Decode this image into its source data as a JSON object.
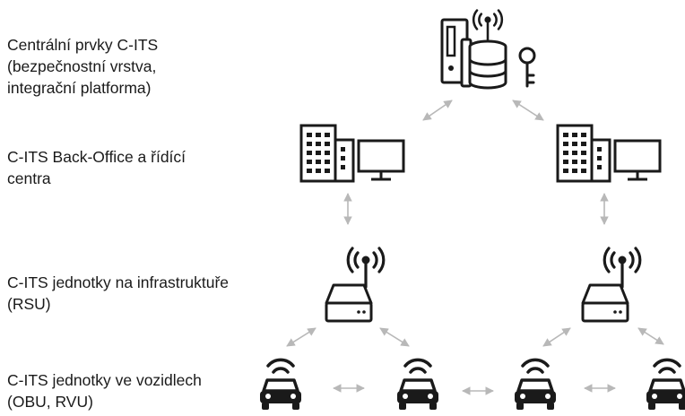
{
  "labels": {
    "central": [
      "Centrální prvky C-ITS",
      "(bezpečnostní vrstva,",
      "integrační platforma)"
    ],
    "backoffice": [
      "C-ITS  Back-Office a řídící",
      "centra"
    ],
    "rsu": [
      "C-ITS jednotky na infrastruktuře",
      "(RSU)"
    ],
    "obu": [
      "C-ITS jednotky ve vozidlech",
      "(OBU, RVU)"
    ]
  },
  "colors": {
    "icon": "#1a1a1a",
    "arrow": "#b8b8b8",
    "text": "#1a1a1a"
  },
  "nodes": {
    "central": {
      "icons": [
        "server-tower-icon",
        "database-icon",
        "antenna-icon",
        "key-icon"
      ]
    },
    "backoffice": {
      "icons": [
        "building-icon",
        "monitor-icon"
      ],
      "count": 2
    },
    "rsu": {
      "icons": [
        "antenna-icon",
        "roadside-unit-icon"
      ],
      "count": 2
    },
    "obu": {
      "icons": [
        "connected-car-icon"
      ],
      "count": 4
    }
  }
}
